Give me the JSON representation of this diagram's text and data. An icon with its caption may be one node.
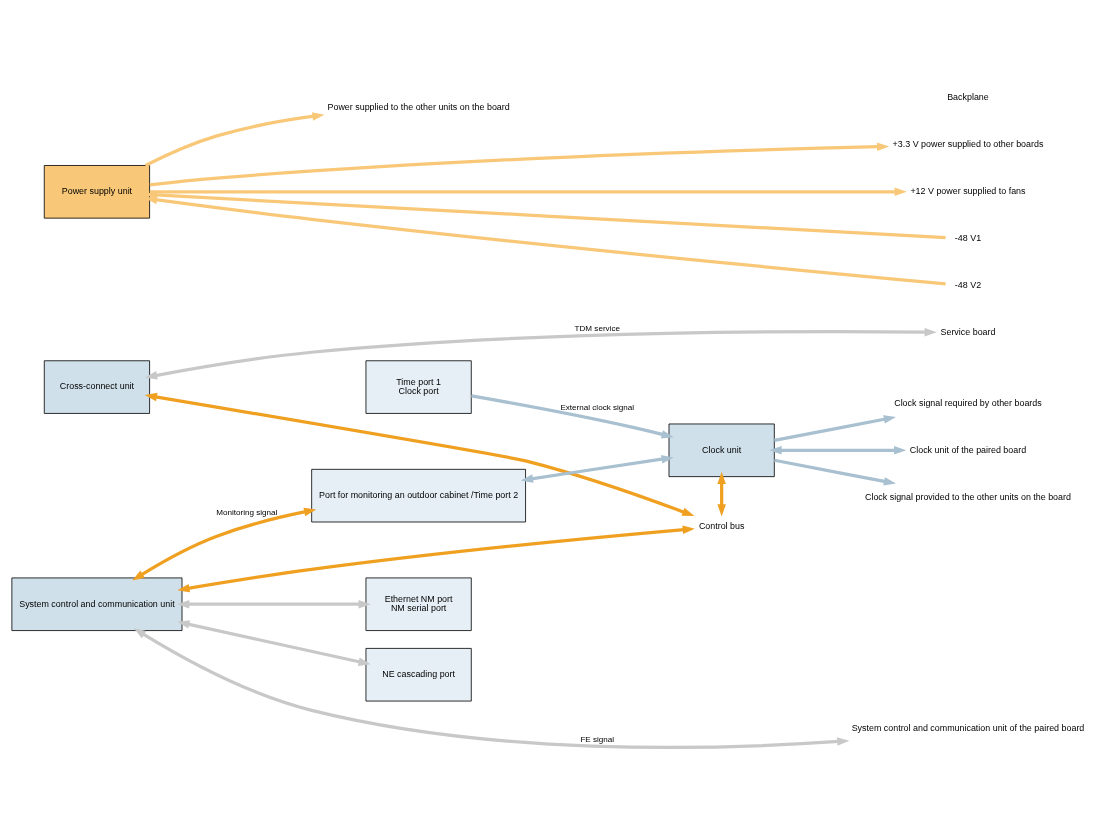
{
  "diagram": {
    "nodes": [
      {
        "text": [
          "Cross-connect unit"
        ]
      },
      {
        "text": [
          "Service board"
        ]
      },
      {
        "text": [
          "Control bus"
        ]
      },
      {
        "text": [
          "Ethernet NM port",
          "NM serial port"
        ]
      },
      {
        "text": [
          "NE cascading port"
        ]
      },
      {
        "text": [
          "System control and communication unit"
        ]
      },
      {
        "text": [
          "System control and communication unit of the paired board"
        ]
      },
      {
        "text": [
          "Clock unit"
        ]
      },
      {
        "text": [
          "Clock signal required by other boards"
        ]
      },
      {
        "text": [
          "Clock unit of the paired board"
        ]
      },
      {
        "text": [
          "Port for monitoring an outdoor cabinet /Time port 2"
        ]
      },
      {
        "text": [
          "Time port 1",
          "Clock port"
        ]
      },
      {
        "text": [
          "Clock signal provided to the other units on the board"
        ]
      },
      {
        "text": [
          "Power supply unit"
        ]
      },
      {
        "text": [
          "Power supplied to the other units on the board"
        ]
      },
      {
        "text": [
          "-48 V1"
        ]
      },
      {
        "text": [
          "-48 V2"
        ]
      },
      {
        "text": [
          "+3.3 V power supplied to other boards"
        ]
      },
      {
        "text": [
          "+12 V power supplied to fans"
        ]
      }
    ],
    "edges": [
      {
        "from": 0,
        "to": 1,
        "arrow": "both",
        "label": "TDM service",
        "color": "#c8c8c8"
      },
      {
        "from": 0,
        "to": 2,
        "arrow": "both",
        "color": "#f0a020"
      },
      {
        "from": 5,
        "to": 2,
        "arrow": "both",
        "color": "#f0a020"
      },
      {
        "from": 7,
        "to": 2,
        "arrow": "both",
        "color": "#f0a020"
      },
      {
        "from": 3,
        "to": 5,
        "arrow": "both",
        "color": "#c8c8c8"
      },
      {
        "from": 4,
        "to": 5,
        "arrow": "both",
        "color": "#c8c8c8"
      },
      {
        "from": 5,
        "to": 6,
        "arrow": "both",
        "label": "FE signal",
        "color": "#c8c8c8"
      },
      {
        "from": 7,
        "to": 8,
        "arrow": "to"
      },
      {
        "from": 7,
        "to": 9,
        "arrow": "both"
      },
      {
        "from": 10,
        "to": 5,
        "arrow": "both",
        "label": "Monitoring signal",
        "color": "#f0a020"
      },
      {
        "from": 10,
        "to": 7,
        "arrow": "both"
      },
      {
        "from": 11,
        "to": 7,
        "arrow": "to",
        "label": "External clock signal"
      },
      {
        "from": 7,
        "to": 12,
        "arrow": "to"
      },
      {
        "from": 13,
        "to": 14,
        "arrow": "to",
        "color": "#f8c878"
      },
      {
        "from": 15,
        "to": 13,
        "arrow": "to",
        "color": "#f8c878"
      },
      {
        "from": 16,
        "to": 13,
        "arrow": "to",
        "color": "#f8c878"
      },
      {
        "from": 13,
        "to": 17,
        "arrow": "to",
        "color": "#f8c878"
      },
      {
        "from": 13,
        "to": 18,
        "arrow": "to",
        "color": "#f8c878"
      }
    ],
    "labels": [
      "Backplane"
    ]
  }
}
